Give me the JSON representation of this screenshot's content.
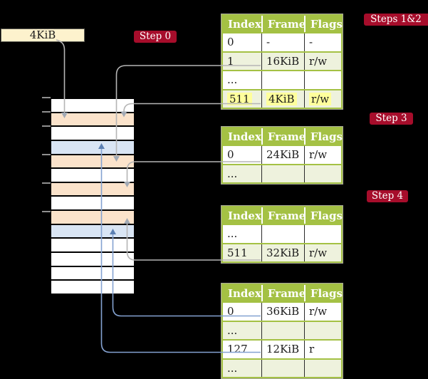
{
  "size_label": {
    "text": "4KiB"
  },
  "badges": {
    "step0": "Step 0",
    "steps12": "Steps 1&2",
    "step3": "Step 3",
    "step4": "Step 4"
  },
  "memory": {
    "rows": [
      "white",
      "peach",
      "white",
      "blue",
      "peach",
      "white",
      "peach",
      "white",
      "peach",
      "blue",
      "white",
      "white",
      "white",
      "white"
    ]
  },
  "tables": [
    {
      "columns": [
        "Index",
        "Frame",
        "Flags"
      ],
      "rows": [
        {
          "cells": [
            "0",
            "-",
            "-"
          ],
          "tint": false,
          "highlight": false
        },
        {
          "cells": [
            "1",
            "16KiB",
            "r/w"
          ],
          "tint": true,
          "highlight": false
        },
        {
          "cells": [
            "...",
            "",
            ""
          ],
          "tint": false,
          "highlight": false
        },
        {
          "cells": [
            "511",
            "4KiB",
            "r/w"
          ],
          "tint": true,
          "highlight": true
        }
      ]
    },
    {
      "columns": [
        "Index",
        "Frame",
        "Flags"
      ],
      "rows": [
        {
          "cells": [
            "0",
            "24KiB",
            "r/w"
          ],
          "tint": false,
          "highlight": false
        },
        {
          "cells": [
            "...",
            "",
            ""
          ],
          "tint": true,
          "highlight": false
        }
      ]
    },
    {
      "columns": [
        "Index",
        "Frame",
        "Flags"
      ],
      "rows": [
        {
          "cells": [
            "...",
            "",
            ""
          ],
          "tint": false,
          "highlight": false
        },
        {
          "cells": [
            "511",
            "32KiB",
            "r/w"
          ],
          "tint": true,
          "highlight": false
        }
      ]
    },
    {
      "columns": [
        "Index",
        "Frame",
        "Flags"
      ],
      "rows": [
        {
          "cells": [
            "0",
            "36KiB",
            "r/w"
          ],
          "tint": false,
          "highlight": false
        },
        {
          "cells": [
            "...",
            "",
            ""
          ],
          "tint": true,
          "highlight": false
        },
        {
          "cells": [
            "127",
            "12KiB",
            "r"
          ],
          "tint": false,
          "highlight": false
        },
        {
          "cells": [
            "...",
            "",
            ""
          ],
          "tint": true,
          "highlight": false
        }
      ]
    }
  ],
  "colors": {
    "accent_green": "#a4c144",
    "row_tint_green": "#eef2dd",
    "badge_red": "#a60d2b",
    "frame_peach": "#fbe3cb",
    "frame_blue": "#d9e5f4",
    "label_cream": "#fdf2cd",
    "highlight_yellow": "#ffff9c",
    "gray_line": "#b5b5b5",
    "blue_line": "#84a2d1"
  }
}
